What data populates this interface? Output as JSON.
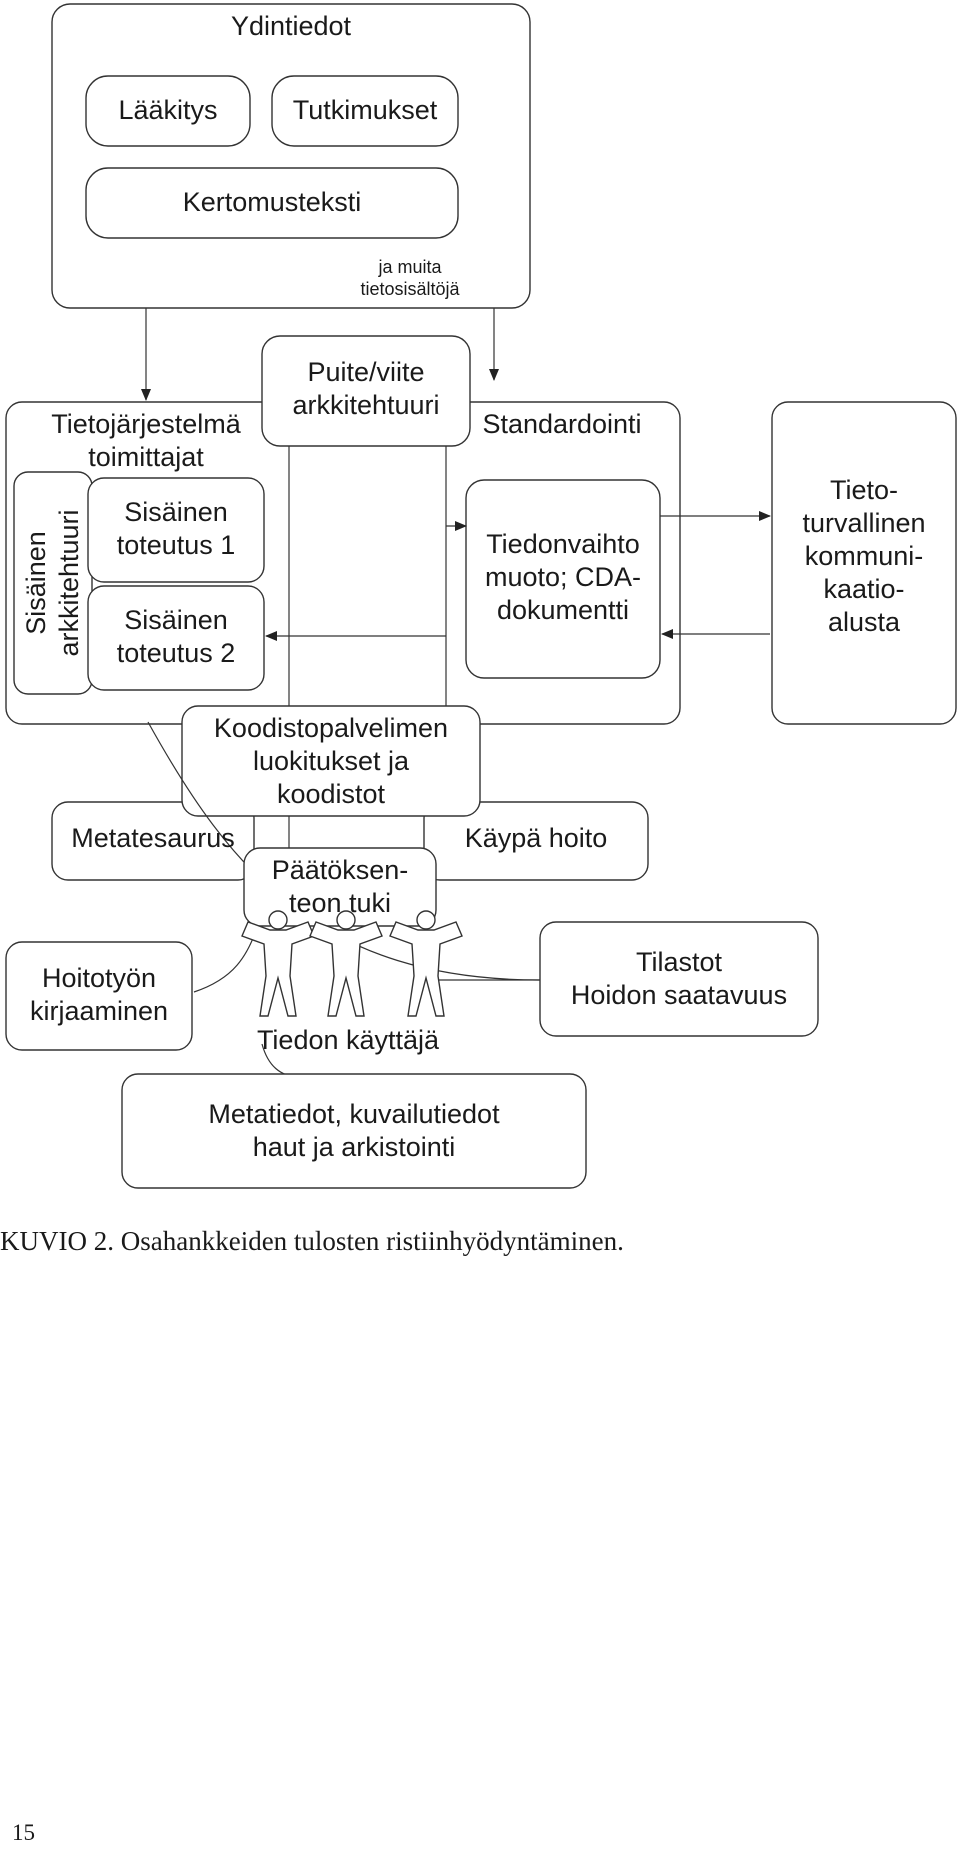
{
  "diagram": {
    "core": {
      "title": "Ydintiedot",
      "medication": "Lääkitys",
      "examinations": "Tutkimukset",
      "narrative": "Kertomusteksti",
      "other": "ja muita\ntietosisältöjä"
    },
    "vendor": "Tietojärjestelmä\ntoimittajat",
    "framework": "Puite/viite\narkkitehtuuri",
    "standardization": "Standardointi",
    "internal_architecture": "Sisäinen\narkkitehtuuri",
    "internal_impl_1": "Sisäinen\ntoteutus 1",
    "internal_impl_2": "Sisäinen\ntoteutus 2",
    "exchange": "Tiedonvaihto\nmuoto; CDA-\ndokumentti",
    "secure_platform": "Tieto-\nturvallinen\nkommuni-\nkaatio-\nalusta",
    "code_server": "Koodistopalvelimen\nluokitukset ja\nkoodistot",
    "metathesaurus": "Metatesaurus",
    "current_care": "Käypä hoito",
    "decision_support": "Päätöksen-\nteon tuki",
    "nursing": "Hoitotyön\nkirjaaminen",
    "statistics": "Tilastot\nHoidon saatavuus",
    "info_user": "Tiedon käyttäjä",
    "metadata": "Metatiedot, kuvailutiedot\nhaut ja arkistointi"
  },
  "caption": "KUVIO 2. Osahankkeiden tulosten ristiinhyödyntäminen.",
  "page_number": "15"
}
